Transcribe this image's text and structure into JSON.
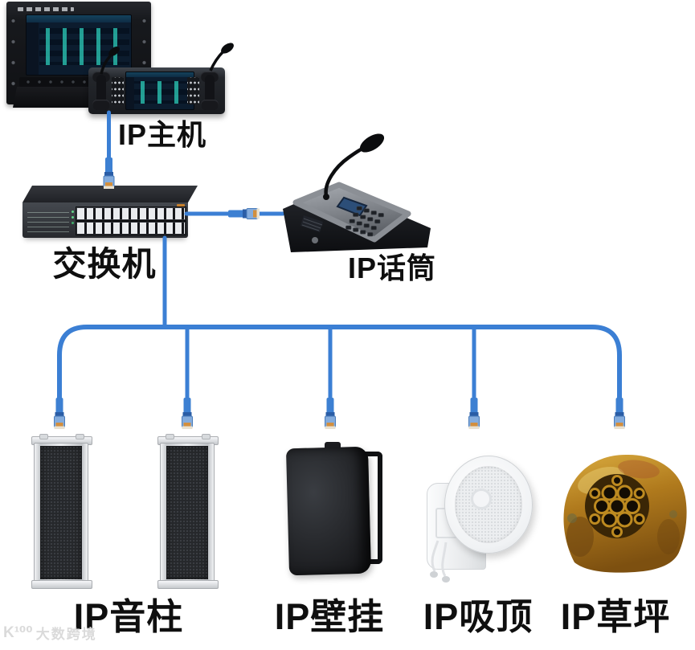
{
  "labels": {
    "host": "IP主机",
    "switch": "交换机",
    "mic": "IP话筒",
    "column_speaker": "IP音柱",
    "wall_speaker": "IP壁挂",
    "ceiling_speaker": "IP吸顶",
    "rock_speaker": "IP草坪"
  },
  "watermark": {
    "logo": "K¹⁰⁰",
    "text": "大数跨境"
  },
  "colors": {
    "cable_blue": "#3b7fd4",
    "connector_pin_orange": "#d28f3e",
    "screen_teal": "#2ed8c3",
    "rock_amber": "#b07a1d",
    "label_text": "#0f0f0f"
  },
  "network": {
    "switch_ports_visible": 24,
    "connections": [
      {
        "from": "IP主机",
        "to": "交换机"
      },
      {
        "from": "交换机",
        "to": "IP话筒"
      },
      {
        "from": "交换机",
        "to": "IP音柱 (左)"
      },
      {
        "from": "交换机",
        "to": "IP音柱 (右)"
      },
      {
        "from": "交换机",
        "to": "IP壁挂"
      },
      {
        "from": "交换机",
        "to": "IP吸顶"
      },
      {
        "from": "交换机",
        "to": "IP草坪"
      }
    ]
  }
}
